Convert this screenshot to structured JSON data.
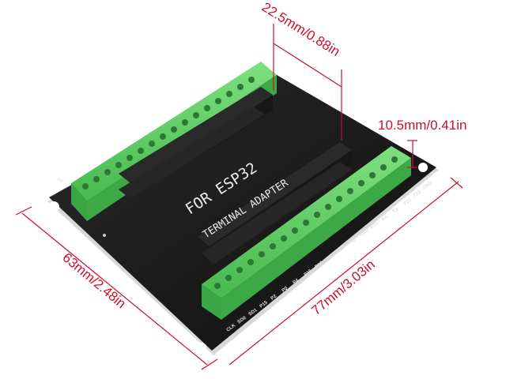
{
  "product": {
    "name": "ESP32 Terminal Adapter Board",
    "silkscreen_title": "FOR ESP32",
    "silkscreen_subtitle": "TERMINAL ADAPTER"
  },
  "dimensions": {
    "header_spacing": "22.5mm/0.88in",
    "terminal_height": "10.5mm/0.41in",
    "board_width": "63mm/2.48in",
    "board_length": "77mm/3.03in"
  },
  "pin_labels_front": [
    "CLK",
    "SD0",
    "SD1",
    "P15",
    "P2",
    "P0",
    "P4",
    "P16",
    "P17",
    "P5",
    "P18",
    "P19",
    "GND",
    "P21",
    "RX",
    "TX",
    "P22",
    "P23",
    "GND"
  ],
  "pin_label_back_corner": "5V",
  "colors": {
    "dimension_red": "#c8102e",
    "pcb_black": "#151515",
    "terminal_green": "#4fc25a",
    "terminal_green_dark": "#2f9a3c",
    "header_black": "#202020"
  }
}
